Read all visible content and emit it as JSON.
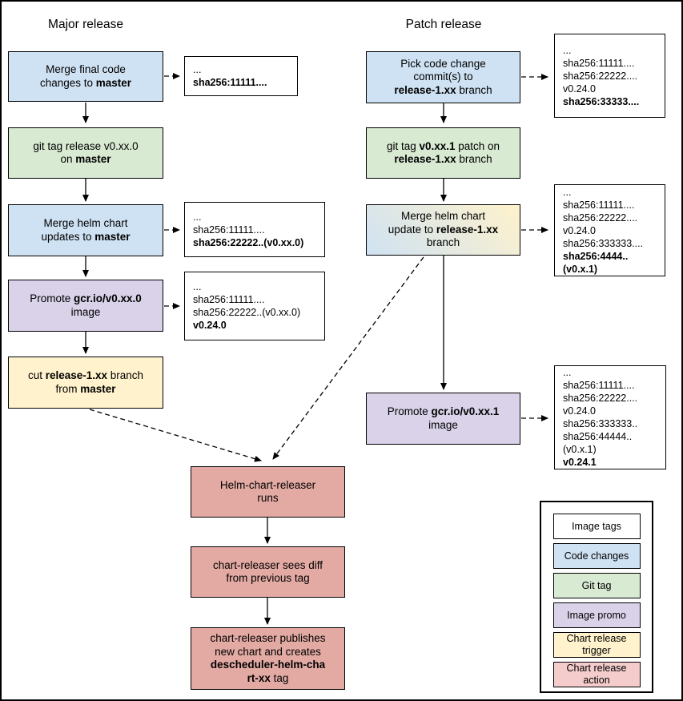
{
  "colors": {
    "code_changes": "#cfe2f3",
    "git_tag": "#d9ead3",
    "image_promo": "#d9d2e9",
    "chart_release_trigger": "#fff2cc",
    "chart_release_action": "#e3aaa3",
    "image_tags": "#ffffff",
    "legend_action": "#f4cccc",
    "line": "#000000"
  },
  "major": {
    "heading": "Major release",
    "flow": [
      {
        "color": "#cfe2f3",
        "lines": [
          [
            "Merge final code"
          ],
          [
            "changes to ",
            {
              "t": "master",
              "b": true
            }
          ]
        ]
      },
      {
        "color": "#d9ead3",
        "lines": [
          [
            "git tag release v0.xx.0"
          ],
          [
            "on ",
            {
              "t": "master",
              "b": true
            }
          ]
        ]
      },
      {
        "color": "#cfe2f3",
        "lines": [
          [
            "Merge helm chart"
          ],
          [
            "updates to ",
            {
              "t": "master",
              "b": true
            }
          ]
        ]
      },
      {
        "color": "#d9d2e9",
        "lines": [
          [
            "Promote ",
            {
              "t": "gcr.io/v0.xx.0",
              "b": true
            }
          ],
          [
            "image"
          ]
        ]
      },
      {
        "color": "#fff2cc",
        "lines": [
          [
            "cut ",
            {
              "t": "release-1.xx",
              "b": true
            },
            " branch"
          ],
          [
            "from ",
            {
              "t": "master",
              "b": true
            }
          ]
        ]
      }
    ],
    "tags": [
      {
        "lines": [
          [
            "..."
          ],
          [
            {
              "t": "sha256:11111....",
              "b": true
            }
          ]
        ]
      },
      {
        "lines": [
          [
            "..."
          ],
          [
            "sha256:11111...."
          ],
          [
            {
              "t": "sha256:22222..(v0.xx.0)",
              "b": true
            }
          ]
        ]
      },
      {
        "lines": [
          [
            "..."
          ],
          [
            "sha256:11111...."
          ],
          [
            "sha256:22222..(v0.xx.0)"
          ],
          [
            {
              "t": "v0.24.0",
              "b": true
            }
          ]
        ]
      }
    ]
  },
  "patch": {
    "heading": "Patch release",
    "flow": [
      {
        "color": "#cfe2f3",
        "lines": [
          [
            "Pick code change"
          ],
          [
            "commit(s) to"
          ],
          [
            {
              "t": "release-1.xx",
              "b": true
            },
            " branch"
          ]
        ]
      },
      {
        "color": "#d9ead3",
        "lines": [
          [
            "git tag ",
            {
              "t": "v0.xx.1",
              "b": true
            },
            " patch on"
          ],
          [
            {
              "t": "release-1.xx",
              "b": true
            },
            " branch"
          ]
        ]
      },
      {
        "color": [
          "#cfe2f3",
          "#fff2cc"
        ],
        "lines": [
          [
            "Merge helm chart"
          ],
          [
            "update to ",
            {
              "t": "release-1.xx",
              "b": true
            }
          ],
          [
            "branch"
          ]
        ]
      },
      {
        "color": "#d9d2e9",
        "lines": [
          [
            "Promote ",
            {
              "t": "gcr.io/v0.xx.1",
              "b": true
            }
          ],
          [
            "image"
          ]
        ]
      }
    ],
    "tags": [
      {
        "lines": [
          [
            "..."
          ],
          [
            "sha256:11111...."
          ],
          [
            "sha256:22222...."
          ],
          [
            "v0.24.0"
          ],
          [
            {
              "t": "sha256:33333....",
              "b": true
            }
          ]
        ]
      },
      {
        "lines": [
          [
            "..."
          ],
          [
            "sha256:11111...."
          ],
          [
            "sha256:22222...."
          ],
          [
            "v0.24.0"
          ],
          [
            "sha256:333333...."
          ],
          [
            {
              "t": "sha256:4444..(v0.x.1)",
              "b": true
            }
          ]
        ]
      },
      {
        "lines": [
          [
            "..."
          ],
          [
            "sha256:11111...."
          ],
          [
            "sha256:22222...."
          ],
          [
            "v0.24.0"
          ],
          [
            "sha256:333333.."
          ],
          [
            "sha256:44444..(v0.x.1)"
          ],
          [
            {
              "t": "v0.24.1",
              "b": true
            }
          ]
        ]
      }
    ]
  },
  "chart": {
    "flow": [
      {
        "color": "#e3aaa3",
        "lines": [
          [
            "Helm-chart-releaser"
          ],
          [
            "runs"
          ]
        ]
      },
      {
        "color": "#e3aaa3",
        "lines": [
          [
            "chart-releaser sees diff"
          ],
          [
            "from previous tag"
          ]
        ]
      },
      {
        "color": "#e3aaa3",
        "lines": [
          [
            "chart-releaser publishes"
          ],
          [
            "new chart and creates"
          ],
          [
            {
              "t": "descheduler-helm-cha",
              "b": true
            }
          ],
          [
            {
              "t": "rt-xx",
              "b": true
            },
            " tag"
          ]
        ]
      }
    ]
  },
  "legend": {
    "items": [
      {
        "label": "Image tags",
        "color": "#ffffff"
      },
      {
        "label": "Code changes",
        "color": "#cfe2f3"
      },
      {
        "label": "Git tag",
        "color": "#d9ead3"
      },
      {
        "label": "Image promo",
        "color": "#d9d2e9"
      },
      {
        "label": "Chart release trigger",
        "color": "#fff2cc"
      },
      {
        "label": "Chart release action",
        "color": "#f4cccc"
      }
    ]
  }
}
